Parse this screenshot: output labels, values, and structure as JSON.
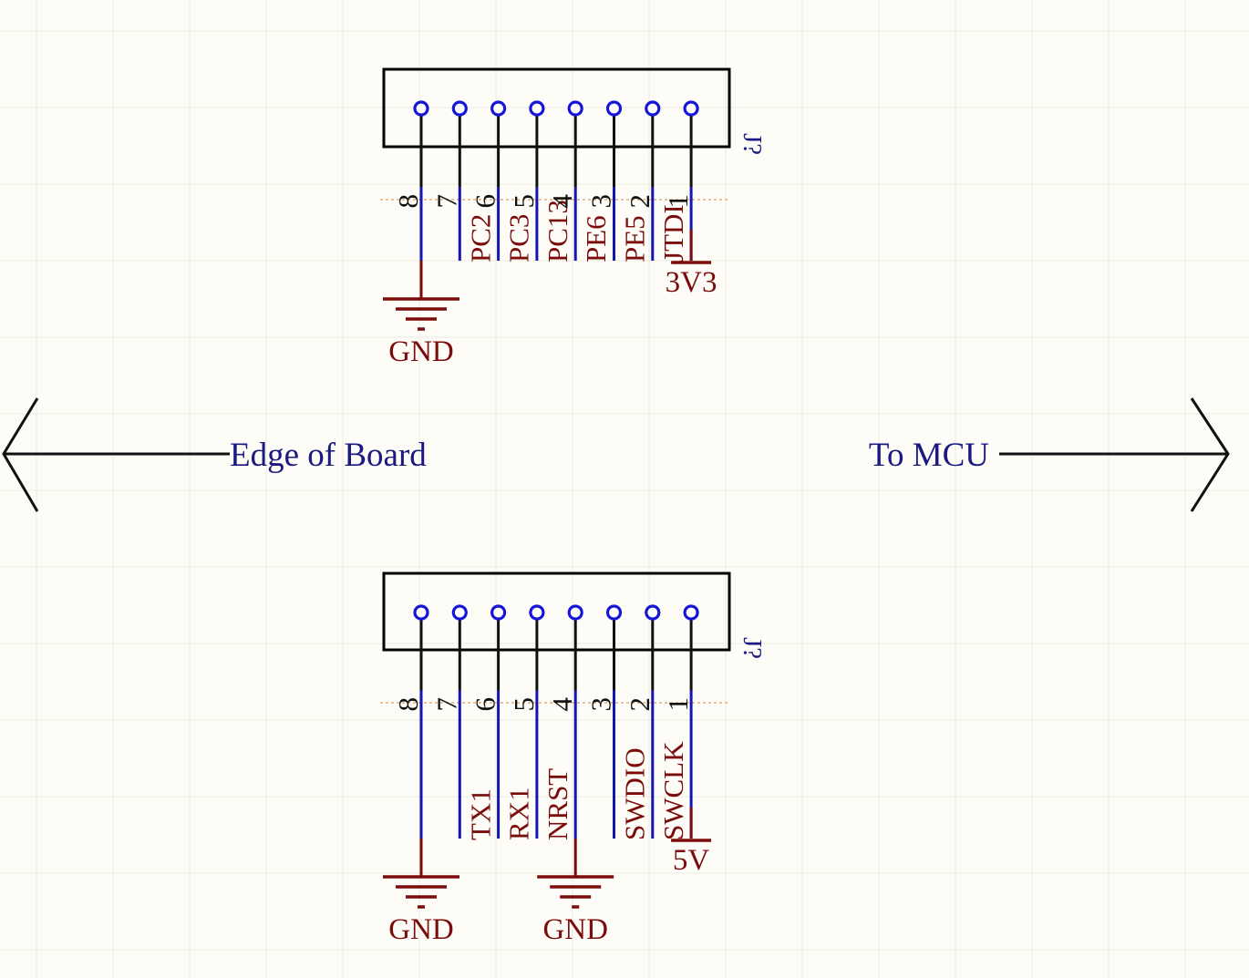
{
  "colors": {
    "background": "#fdfcf6",
    "grid": "#ecebe2",
    "component_outline": "#000000",
    "wire": "#1515b0",
    "pin_dot": "#1515d8",
    "net_label": "#7a0c0c",
    "power": "#7a0c0c",
    "pin_number": "#111111",
    "designator": "#1a1a80",
    "note_text": "#1a1a80",
    "arrow": "#111111"
  },
  "annotations": {
    "left": "Edge of Board",
    "right": "To MCU"
  },
  "connectors": [
    {
      "designator": "J?",
      "pins": [
        {
          "number": "8",
          "net": ""
        },
        {
          "number": "7",
          "net": "PC2"
        },
        {
          "number": "6",
          "net": "PC3"
        },
        {
          "number": "5",
          "net": "PC13"
        },
        {
          "number": "4",
          "net": "PE6"
        },
        {
          "number": "3",
          "net": "PE5"
        },
        {
          "number": "2",
          "net": "JTDI"
        },
        {
          "number": "1",
          "net": ""
        }
      ],
      "power": [
        {
          "pin": "8",
          "type": "ground",
          "label": "GND"
        },
        {
          "pin": "1",
          "type": "bar",
          "label": "3V3"
        }
      ]
    },
    {
      "designator": "J?",
      "pins": [
        {
          "number": "8",
          "net": ""
        },
        {
          "number": "7",
          "net": "TX1"
        },
        {
          "number": "6",
          "net": "RX1"
        },
        {
          "number": "5",
          "net": "NRST"
        },
        {
          "number": "4",
          "net": ""
        },
        {
          "number": "3",
          "net": "SWDIO"
        },
        {
          "number": "2",
          "net": "SWCLK"
        },
        {
          "number": "1",
          "net": ""
        }
      ],
      "power": [
        {
          "pin": "8",
          "type": "ground",
          "label": "GND"
        },
        {
          "pin": "4",
          "type": "ground",
          "label": "GND"
        },
        {
          "pin": "1",
          "type": "bar",
          "label": "5V"
        }
      ]
    }
  ]
}
